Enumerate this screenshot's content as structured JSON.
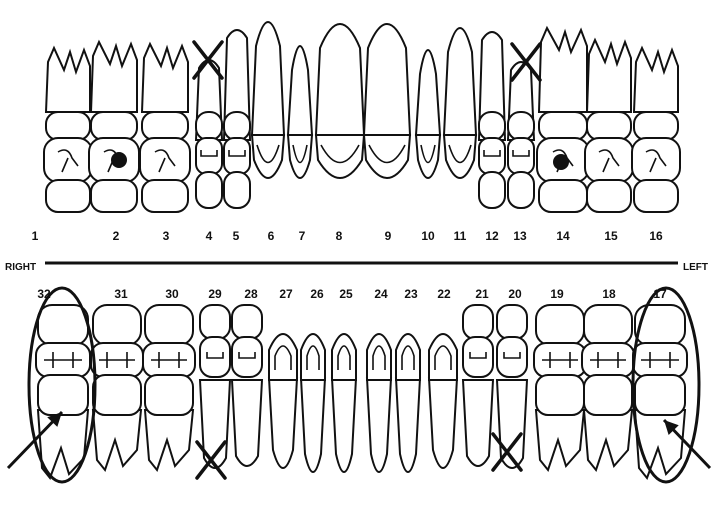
{
  "labels": {
    "right": "RIGHT",
    "left": "LEFT"
  },
  "upper_teeth": [
    "1",
    "2",
    "3",
    "4",
    "5",
    "6",
    "7",
    "8",
    "9",
    "10",
    "11",
    "12",
    "13",
    "14",
    "15",
    "16"
  ],
  "lower_teeth": [
    "32",
    "31",
    "30",
    "29",
    "28",
    "27",
    "26",
    "25",
    "24",
    "23",
    "22",
    "21",
    "20",
    "19",
    "18",
    "17"
  ],
  "marks": {
    "extracted": [
      "4",
      "13",
      "29",
      "20"
    ],
    "filled": [
      "2",
      "14"
    ],
    "circled": [
      "32",
      "17"
    ]
  }
}
